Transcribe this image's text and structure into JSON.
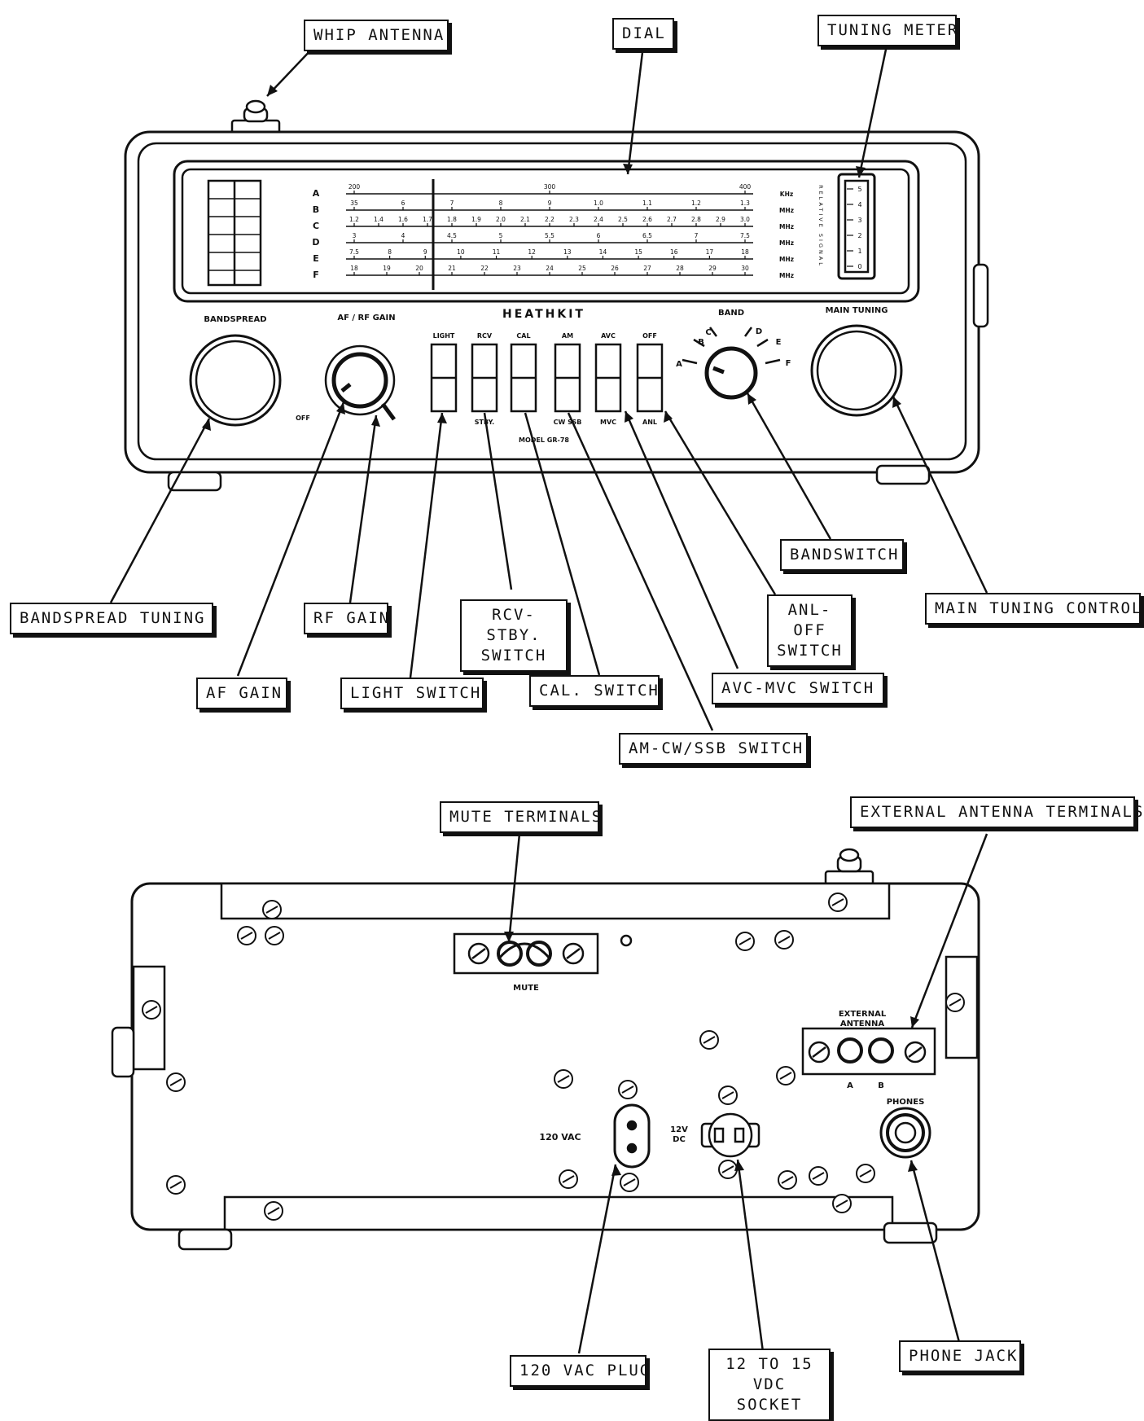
{
  "callouts": {
    "whip_antenna": "WHIP ANTENNA",
    "dial": "DIAL",
    "tuning_meter": "TUNING METER",
    "bandswitch": "BANDSWITCH",
    "main_tuning_control": "MAIN TUNING CONTROL",
    "anl_off_switch_l1": "ANL-OFF",
    "anl_off_switch_l2": "SWITCH",
    "bandspread_tuning": "BANDSPREAD TUNING",
    "rf_gain": "RF GAIN",
    "rcv_stby_switch_l1": "RCV-STBY.",
    "rcv_stby_switch_l2": "SWITCH",
    "af_gain": "AF GAIN",
    "light_switch": "LIGHT SWITCH",
    "cal_switch": "CAL. SWITCH",
    "avc_mvc_switch": "AVC-MVC SWITCH",
    "am_cw_ssb_switch": "AM-CW/SSB SWITCH",
    "mute_terminals": "MUTE TERMINALS",
    "external_antenna_terminals": "EXTERNAL ANTENNA TERMINALS",
    "vac_plug": "120 VAC PLUG",
    "vdc_socket_l1": "12 TO 15 VDC",
    "vdc_socket_l2": "SOCKET",
    "phone_jack": "PHONE JACK"
  },
  "front_panel": {
    "brand": "HEATHKIT",
    "model": "MODEL GR-78",
    "knob_labels": {
      "bandspread": "BANDSPREAD",
      "af_rf_gain": "AF / RF GAIN",
      "band": "BAND",
      "main_tuning": "MAIN TUNING",
      "off": "OFF"
    },
    "switch_top_labels": [
      "LIGHT",
      "RCV",
      "CAL",
      "AM",
      "AVC",
      "OFF"
    ],
    "switch_bottom_labels": [
      "",
      "STBY.",
      "",
      "CW  SSB",
      "MVC",
      "ANL"
    ],
    "band_letters": [
      "A",
      "B",
      "C",
      "D",
      "E",
      "F"
    ],
    "dial_scales": [
      {
        "band": "A",
        "unit": "KHz",
        "ticks": [
          "200",
          "300",
          "400"
        ]
      },
      {
        "band": "B",
        "unit": "MHz",
        "ticks": [
          "35",
          "6",
          "7",
          "8",
          "9",
          "1.0",
          "1.1",
          "1.2",
          "1.3"
        ]
      },
      {
        "band": "C",
        "unit": "MHz",
        "ticks": [
          "1.2",
          "1.4",
          "1.6",
          "1.7",
          "1.8",
          "1.9",
          "2.0",
          "2.1",
          "2.2",
          "2.3",
          "2.4",
          "2.5",
          "2.6",
          "2.7",
          "2.8",
          "2.9",
          "3.0"
        ]
      },
      {
        "band": "D",
        "unit": "MHz",
        "ticks": [
          "3",
          "4",
          "4.5",
          "5",
          "5.5",
          "6",
          "6.5",
          "7",
          "7.5"
        ]
      },
      {
        "band": "E",
        "unit": "MHz",
        "ticks": [
          "7.5",
          "8",
          "9",
          "10",
          "11",
          "12",
          "13",
          "14",
          "15",
          "16",
          "17",
          "18"
        ]
      },
      {
        "band": "F",
        "unit": "MHz",
        "ticks": [
          "18",
          "19",
          "20",
          "21",
          "22",
          "23",
          "24",
          "25",
          "26",
          "27",
          "28",
          "29",
          "30"
        ]
      }
    ],
    "meter_label": "RELATIVE SIGNAL",
    "meter_ticks": [
      "5",
      "4",
      "3",
      "2",
      "1",
      "0"
    ]
  },
  "rear_panel": {
    "mute": "MUTE",
    "external_antenna_l1": "EXTERNAL",
    "external_antenna_l2": "ANTENNA",
    "antenna_a": "A",
    "antenna_b": "B",
    "phones": "PHONES",
    "vac": "120 VAC",
    "vdc_l1": "12V",
    "vdc_l2": "DC"
  }
}
